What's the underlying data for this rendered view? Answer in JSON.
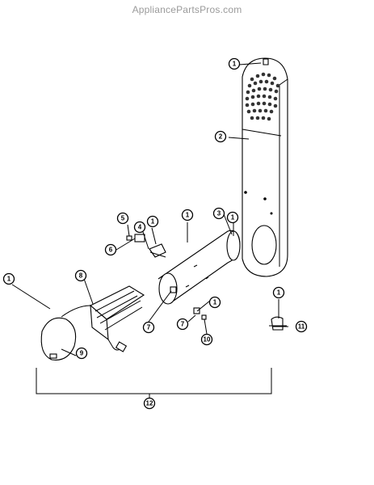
{
  "watermark": "AppliancePartsPros.com",
  "callouts": {
    "c1a": "1",
    "c2": "2",
    "c3": "3",
    "c1b": "1",
    "c1c": "1",
    "c1d": "1",
    "c4": "4",
    "c5": "5",
    "c6": "6",
    "c1e": "1",
    "c8": "8",
    "c1f": "1",
    "c7a": "7",
    "c7b": "7",
    "c10": "10",
    "c9": "9",
    "c1g": "1",
    "c11": "11",
    "c12": "12"
  }
}
